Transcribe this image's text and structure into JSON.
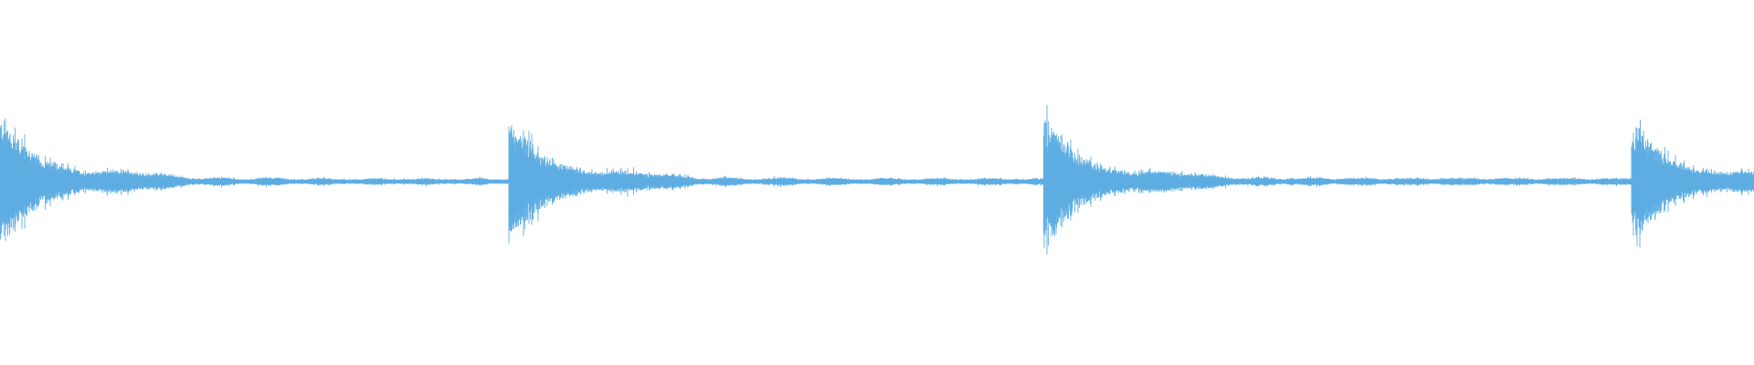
{
  "chart_data": {
    "type": "waveform",
    "title": "",
    "xlabel": "",
    "ylabel": "",
    "ylim": [
      -1,
      1
    ],
    "grid": false,
    "axes_visible": false,
    "color": "#5dade2",
    "background": "#ffffff",
    "burst_onsets_fraction_of_duration": [
      0.0,
      0.29,
      0.595,
      0.93
    ],
    "burst_peak_amplitude": [
      0.95,
      0.9,
      0.93,
      0.88
    ],
    "noise_floor_amplitude": 0.03
  }
}
